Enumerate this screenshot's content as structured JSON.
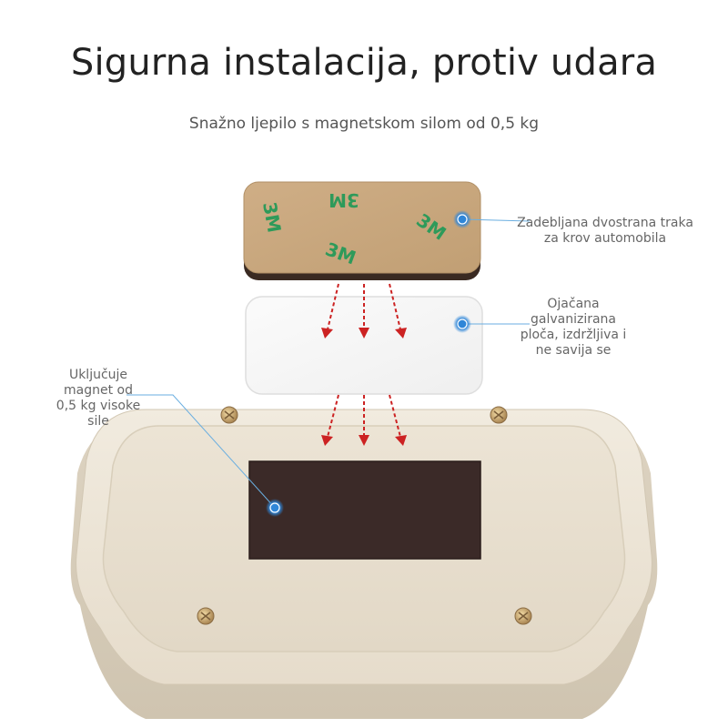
{
  "header": {
    "title": "Sigurna instalacija, protiv udara",
    "subtitle": "Snažno ljepilo s magnetskom silom od 0,5 kg"
  },
  "callouts": {
    "tape": "Zadebljana dvostrana traka za krov automobila",
    "plate": "Ojačana galvanizirana ploča, izdržljiva i ne savija se",
    "magnet": "Uključuje magnet od 0,5 kg visoke sile"
  },
  "tape_logo": "3M",
  "colors": {
    "tape": "#c9a77d",
    "tape_logo": "#2e9a5a",
    "plate": "#f6f6f6",
    "base": "#e8dfcf",
    "magnet": "#3b2a28",
    "arrow": "#cc2222",
    "callout_dot": "#2f86d8",
    "callout_line": "#6aaee0"
  }
}
